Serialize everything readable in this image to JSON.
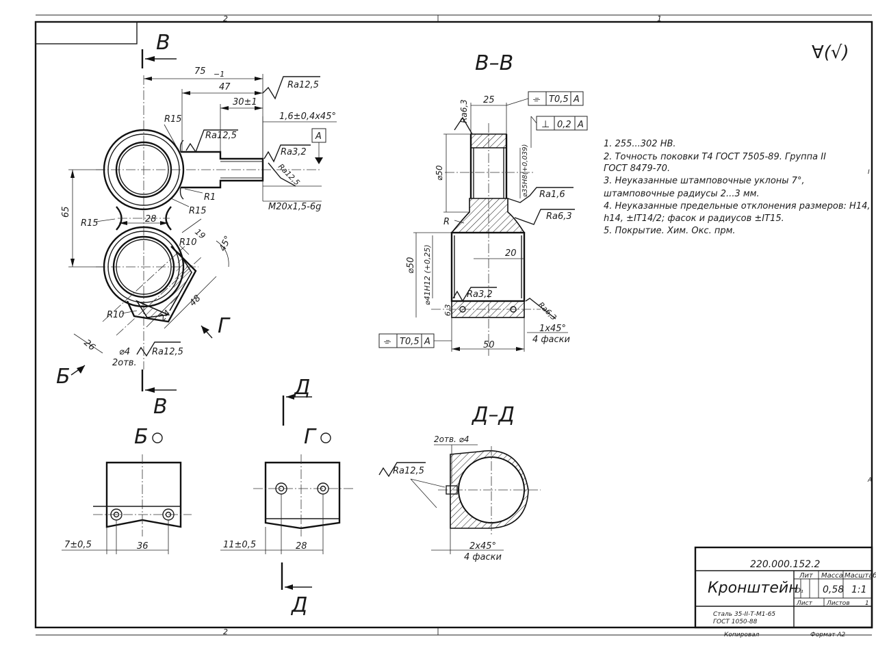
{
  "sheet": {
    "zone_top_left": "2",
    "zone_top_right": "1",
    "zone_bottom": "2",
    "right_edge_marks": [
      "I",
      "A"
    ]
  },
  "views": {
    "section_b_b": "В–В",
    "section_d_d": "Д–Д",
    "view_b": "Б",
    "view_g": "Г",
    "cut_b_top": "В",
    "cut_b_bottom": "В",
    "cut_d_top": "Д",
    "cut_d_bottom": "Д",
    "arrow_b": "Б",
    "arrow_g": "Г"
  },
  "roughness": {
    "general": "∀(√)",
    "ra12_5": "Ra12,5",
    "ra3_2": "Ra3,2",
    "ra6_3": "Ra6,3",
    "ra1_6": "Ra1,6",
    "ra_slant": "Ra12,5",
    "ra6_slant": "Ra6,3"
  },
  "dimensions": {
    "d75": "75",
    "d75_tol": "−1",
    "d47": "47",
    "d30": "30±1",
    "chamfer": "1,6±0,4x45°",
    "r15a": "R15",
    "r15b": "R15",
    "r15c": "R15",
    "r1": "R1",
    "thread": "M20x1,5-6g",
    "d65": "65",
    "d28": "28",
    "d19": "19",
    "r10a": "R10",
    "r10b": "R10",
    "ang45": "45°",
    "d48": "48",
    "d24": "24",
    "d26": "26",
    "hole": "⌀4",
    "holes_count": "2отв.",
    "datum_a": "A",
    "bb_25": "25",
    "bb_50v": "⌀50",
    "bb_35": "⌀35H8(+0,039)",
    "bb_r": "R",
    "bb_50d": "⌀50",
    "bb_41": "⌀41H12 (+0,25)",
    "bb_20": "20",
    "bb_50w": "50",
    "bb_chamfer": "1x45°",
    "bb_chamfer_n": "4 фаски",
    "bb_63": "6,3",
    "view_b_7": "7±0,5",
    "view_b_36": "36",
    "view_g_11": "11±0,5",
    "view_g_28": "28",
    "dd_holes": "2отв. ⌀4",
    "dd_chamfer": "2x45°",
    "dd_chamfer_n": "4 фаски"
  },
  "tolerances": {
    "sym_top": {
      "symbol": "⌯",
      "value": "T0,5",
      "datum": "A"
    },
    "perp": {
      "symbol": "⊥",
      "value": "0,2",
      "datum": "A"
    },
    "sym_bottom": {
      "symbol": "⌯",
      "value": "T0,5",
      "datum": "A"
    }
  },
  "notes": [
    "1. 255...302 HB.",
    "2. Точность поковки Т4 ГОСТ 7505-89. Группа II",
    "ГОСТ 8479-70.",
    "3. Неуказанные штамповочные уклоны 7°,",
    "штамповочные радиусы 2...3 мм.",
    "4. Неуказанные предельные отклонения размеров: H14,",
    "h14, ±IT14/2; фасок и радиусов ±IT15.",
    "5. Покрытие. Хим. Окс. прм."
  ],
  "title_block": {
    "designation": "220.000.152.2",
    "name": "Кронштейн",
    "lit_header": "Лит",
    "mass_header": "Масса",
    "scale_header": "Масштаб",
    "lit_value": "О₁",
    "mass_value": "0,58",
    "scale_value": "1:1",
    "sheet_label": "Лист",
    "sheets_label": "Листов",
    "sheets_value": "1",
    "material_1": "Сталь 35-II-Т-М1-65",
    "material_2": "ГОСТ 1050-88",
    "copied": "Копировал",
    "format": "Формат  А2"
  }
}
